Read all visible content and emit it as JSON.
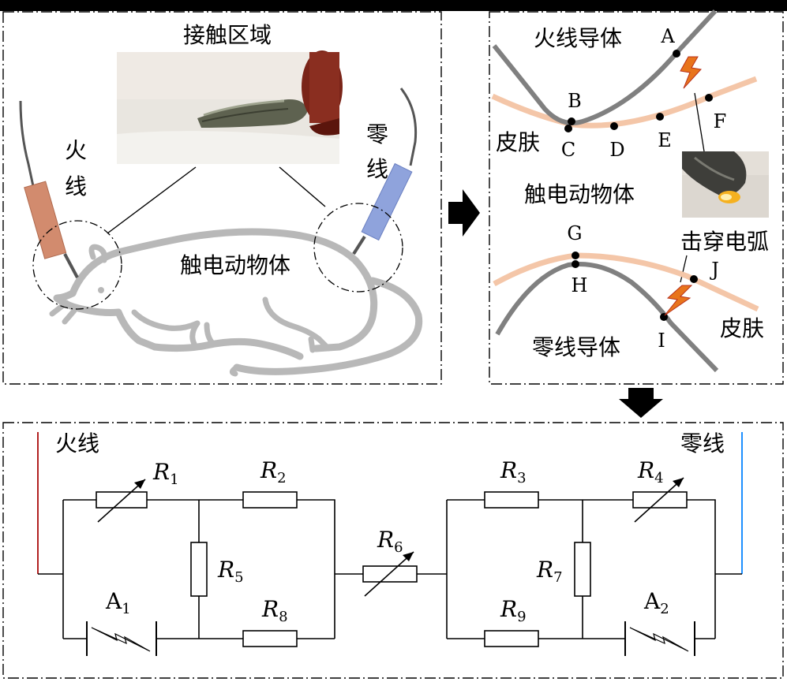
{
  "panel_left": {
    "contact_area_label": "接触区域",
    "live_wire_label_1": "火",
    "live_wire_label_2": "线",
    "neutral_wire_label_1": "零",
    "neutral_wire_label_2": "线",
    "animal_label": "触电动物体"
  },
  "panel_right": {
    "live_conductor_label": "火线导体",
    "skin_label_top": "皮肤",
    "animal_label": "触电动物体",
    "arc_label": "击穿电弧",
    "neutral_conductor_label": "零线导体",
    "skin_label_bottom": "皮肤",
    "points": {
      "A": "A",
      "B": "B",
      "C": "C",
      "D": "D",
      "E": "E",
      "F": "F",
      "G": "G",
      "H": "H",
      "I": "I",
      "J": "J"
    }
  },
  "circuit": {
    "live_label": "火线",
    "neutral_label": "零线",
    "resistors": {
      "R1": {
        "sym": "R",
        "sub": "1"
      },
      "R2": {
        "sym": "R",
        "sub": "2"
      },
      "R3": {
        "sym": "R",
        "sub": "3"
      },
      "R4": {
        "sym": "R",
        "sub": "4"
      },
      "R5": {
        "sym": "R",
        "sub": "5"
      },
      "R6": {
        "sym": "R",
        "sub": "6"
      },
      "R7": {
        "sym": "R",
        "sub": "7"
      },
      "R8": {
        "sym": "R",
        "sub": "8"
      },
      "R9": {
        "sym": "R",
        "sub": "9"
      }
    },
    "arcs": {
      "A1": {
        "sym": "A",
        "sub": "1"
      },
      "A2": {
        "sym": "A",
        "sub": "2"
      }
    }
  },
  "colors": {
    "live_wire": "#b22222",
    "neutral_wire": "#1e90ff",
    "skin": "#f4c6a8",
    "conductor": "#808080",
    "rat": "#b8b8b8",
    "live_probe": "#d28b6e",
    "neutral_probe": "#8fa3dc",
    "arc": "#e8741c"
  }
}
